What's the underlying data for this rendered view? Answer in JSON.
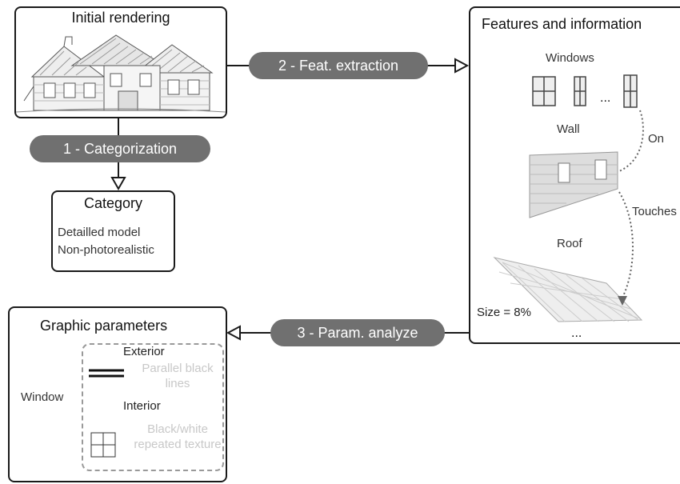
{
  "initial": {
    "title": "Initial rendering"
  },
  "category": {
    "title": "Category",
    "lines": [
      "Detailled model",
      "Non-photorealistic"
    ]
  },
  "steps": {
    "s1": "1  - Categorization",
    "s2": "2  - Feat. extraction",
    "s3": "3 - Param. analyze"
  },
  "features": {
    "title": "Features and information",
    "windows_label": "Windows",
    "ellipsis": "...",
    "wall_label": "Wall",
    "on_label": "On",
    "touches_label": "Touches",
    "roof_label": "Roof",
    "size_label": "Size = 8%",
    "bottom_ellipsis": "..."
  },
  "graphic": {
    "title": "Graphic parameters",
    "window_label": "Window",
    "exterior_label": "Exterior",
    "exterior_desc": "Parallel black lines",
    "interior_label": "Interior",
    "interior_desc": "Black/white repeated texture"
  }
}
